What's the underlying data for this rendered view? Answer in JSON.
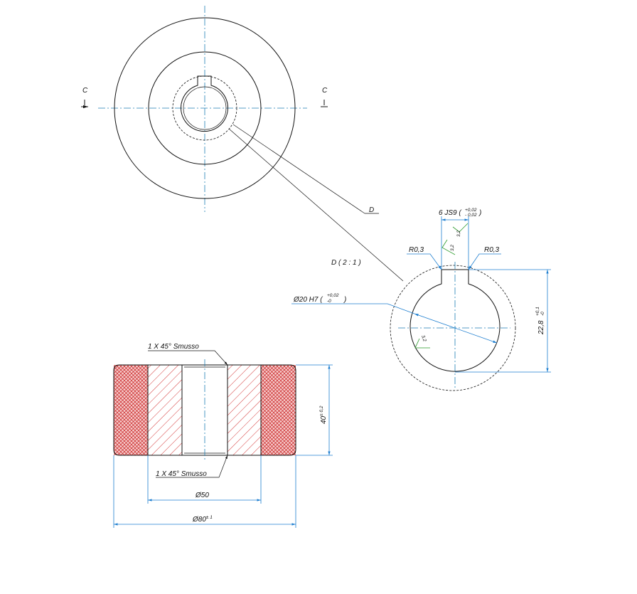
{
  "section_labels": {
    "left": "C",
    "right": "C"
  },
  "detail_callout": "D",
  "detail_title": "D ( 2 : 1 )",
  "keyway_width": {
    "nominal": "6 JS9",
    "upper": "+0,02",
    "lower": "- 0,02"
  },
  "bore_diameter": {
    "nominal": "Ø20 H7",
    "upper": "+0,02",
    "lower": "-0"
  },
  "keyway_depth": {
    "nominal": "22,8",
    "upper": "+0,1",
    "lower": "-0"
  },
  "fillet_left": "R0,3",
  "fillet_right": "R0,3",
  "roughness": [
    "3,2",
    "3,2",
    "3,2"
  ],
  "chamfer_top": "1 X 45° Smusso",
  "chamfer_bottom": "1 X 45° Smusso",
  "height": {
    "nominal": "40",
    "tol": "± 0,2"
  },
  "inner_diameter": "Ø50",
  "outer_diameter": {
    "nominal": "Ø80",
    "tol": "± 1"
  },
  "colors": {
    "centerline": "#1f7fb5",
    "dimension": "#1f7fd0",
    "hatch": "#d02020",
    "hatch_fill": "#f6cccc",
    "roughness": "#2a9a2a"
  }
}
